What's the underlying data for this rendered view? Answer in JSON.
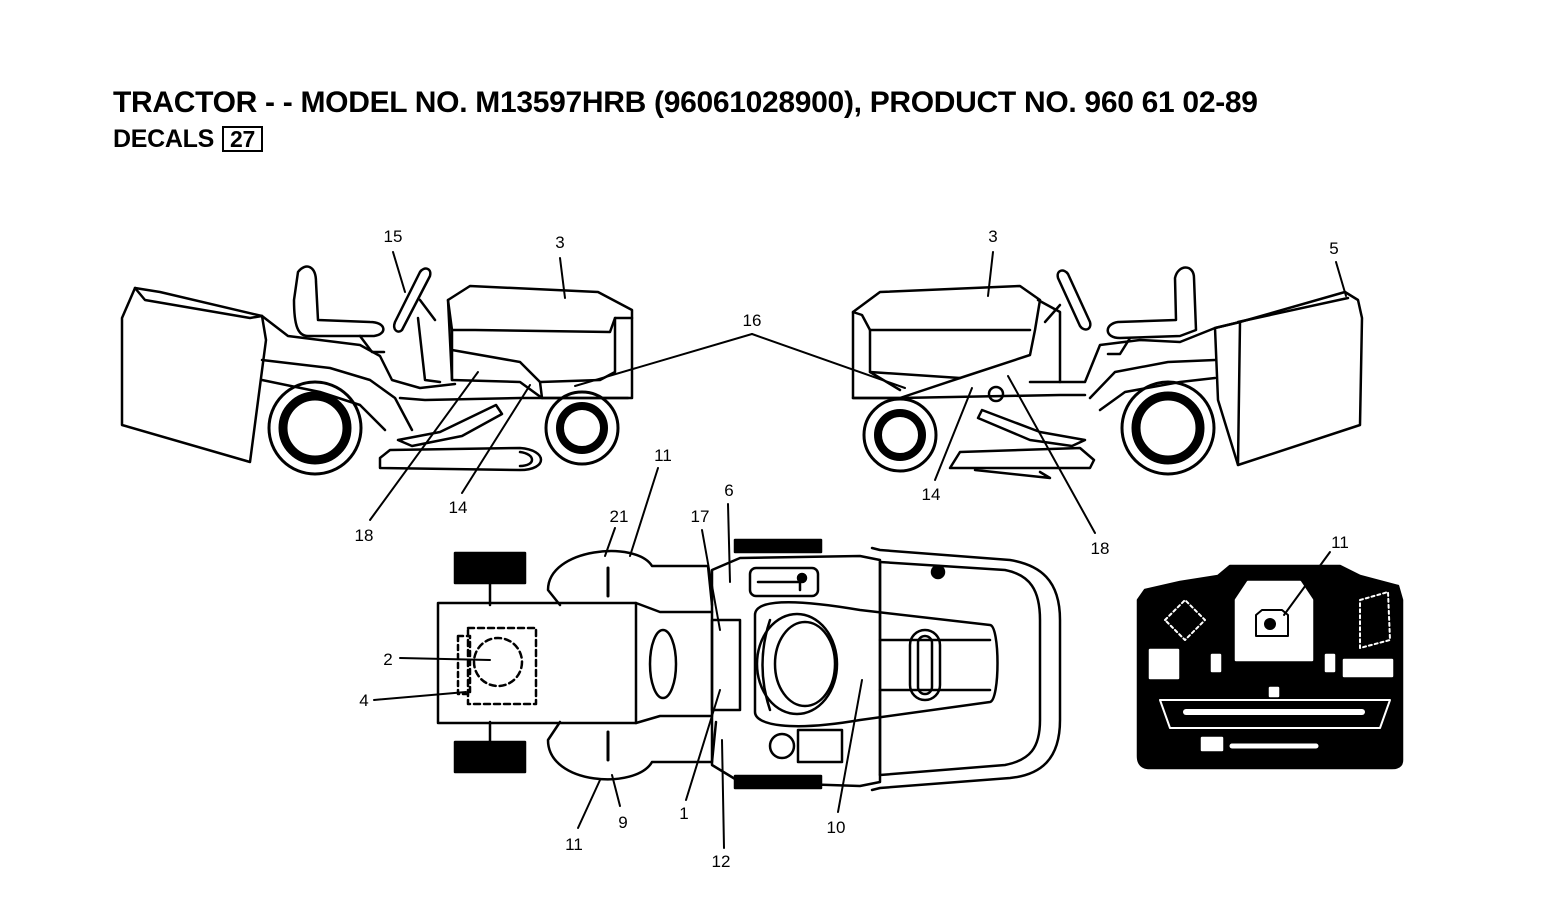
{
  "header": {
    "title": "TRACTOR - - MODEL NO. M13597HRB  (96061028900), PRODUCT NO. 960 61 02-89",
    "subtitle": "DECALS",
    "section_number": "27"
  },
  "callouts": {
    "left_view": [
      "15",
      "3",
      "16",
      "18",
      "14"
    ],
    "right_view": [
      "3",
      "5",
      "14",
      "18"
    ],
    "top_view": [
      "11",
      "21",
      "17",
      "6",
      "2",
      "4",
      "1",
      "12",
      "10",
      "9",
      "11"
    ],
    "dash_view": [
      "11"
    ]
  }
}
